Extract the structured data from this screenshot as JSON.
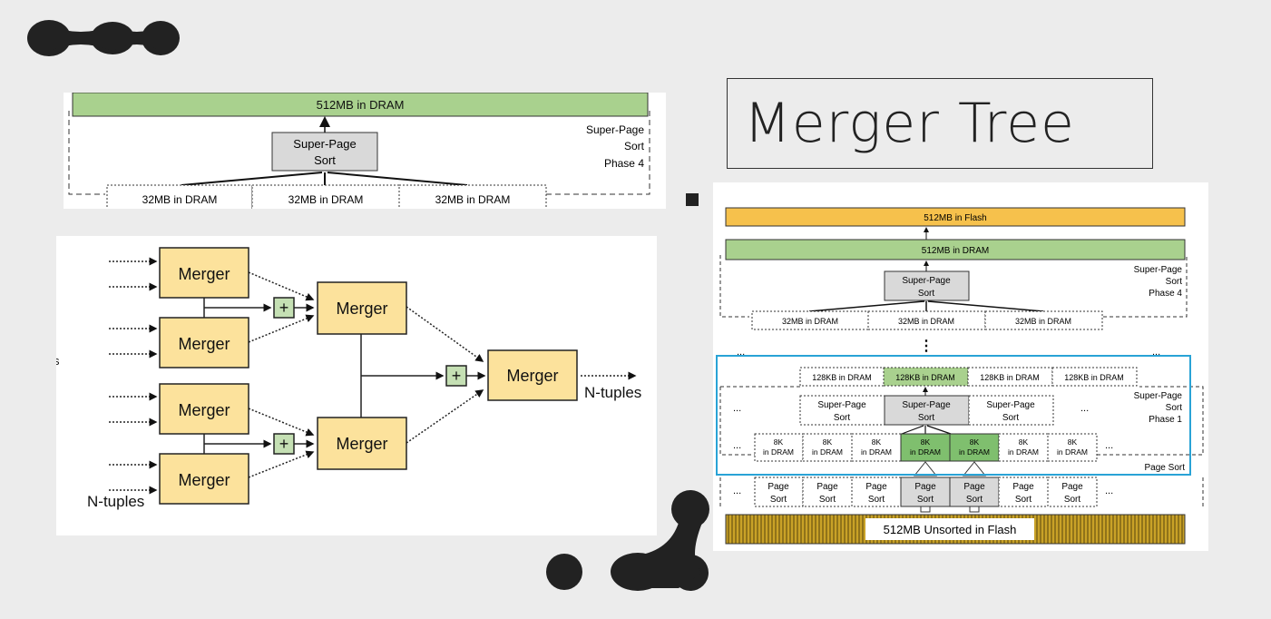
{
  "title": "Merger Tree",
  "colors": {
    "dram_green": "#a9d18e",
    "flash_orange": "#f6c14c",
    "merger_yellow": "#fce29c",
    "plus_green": "#c5e0b4",
    "sort_grey": "#d9d9d9",
    "highlight_blue": "#29a3d6"
  },
  "top_crop": {
    "dram_bar": "512MB in DRAM",
    "sort_box": [
      "Super-Page",
      "Sort"
    ],
    "phase_label": [
      "Super-Page",
      "Sort",
      "Phase 4"
    ],
    "cells": [
      "32MB in DRAM",
      "32MB in DRAM",
      "32MB in DRAM"
    ]
  },
  "merger_diagram": {
    "merger_label": "Merger",
    "plus_label": "+",
    "output_label": "N-tuples",
    "input_label": "N-tuples",
    "edge_glyph": "s"
  },
  "full_tree": {
    "flash_bar": "512MB in Flash",
    "dram_bar": "512MB in DRAM",
    "sort_box": [
      "Super-Page",
      "Sort"
    ],
    "phase4_label": [
      "Super-Page",
      "Sort",
      "Phase 4"
    ],
    "cells_32mb": [
      "32MB in DRAM",
      "32MB in DRAM",
      "32MB in DRAM"
    ],
    "ellipsis": "...",
    "vertical_dots": "⋮",
    "cells_128kb": [
      "128KB in DRAM",
      "128KB in DRAM",
      "128KB in DRAM",
      "128KB in DRAM"
    ],
    "super_page_sorts": [
      [
        "Super-Page",
        "Sort"
      ],
      [
        "Super-Page",
        "Sort"
      ],
      [
        "Super-Page",
        "Sort"
      ]
    ],
    "phase1_label": [
      "Super-Page",
      "Sort",
      "Phase 1"
    ],
    "cells_8k": [
      [
        "8K",
        "in DRAM"
      ],
      [
        "8K",
        "in DRAM"
      ],
      [
        "8K",
        "in DRAM"
      ],
      [
        "8K",
        "in DRAM"
      ],
      [
        "8K",
        "in DRAM"
      ],
      [
        "8K",
        "in DRAM"
      ],
      [
        "8K",
        "in DRAM"
      ]
    ],
    "page_sort_label": "Page Sort",
    "page_sorts": [
      [
        "Page",
        "Sort"
      ],
      [
        "Page",
        "Sort"
      ],
      [
        "Page",
        "Sort"
      ],
      [
        "Page",
        "Sort"
      ],
      [
        "Page",
        "Sort"
      ],
      [
        "Page",
        "Sort"
      ],
      [
        "Page",
        "Sort"
      ]
    ],
    "unsorted_flash": "512MB Unsorted in Flash"
  }
}
